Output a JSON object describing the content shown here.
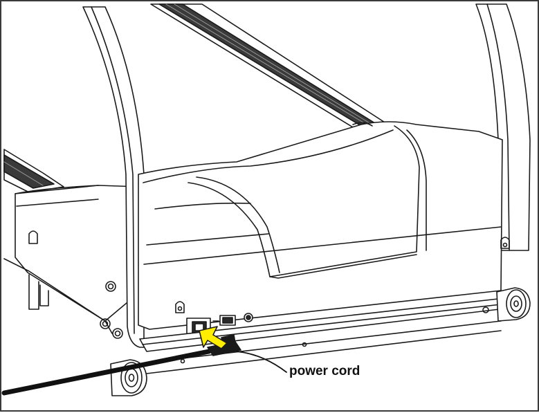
{
  "callout": {
    "label": "power cord"
  },
  "colors": {
    "line": "#1a1a1a",
    "rail_dark": "#2b2b2b",
    "belt": "#4a4a4a",
    "arrow": "#ffee00",
    "cord": "#111111",
    "background": "#ffffff"
  },
  "parts": [
    "treadmill-rear-hood",
    "upright-post-left",
    "upright-post-right",
    "side-rail-right",
    "side-rail-left",
    "power-socket",
    "power-switch",
    "circuit-breaker",
    "rear-roller",
    "rear-wheel-left",
    "rear-wheel-right",
    "power-cord-plug",
    "insertion-arrow"
  ]
}
